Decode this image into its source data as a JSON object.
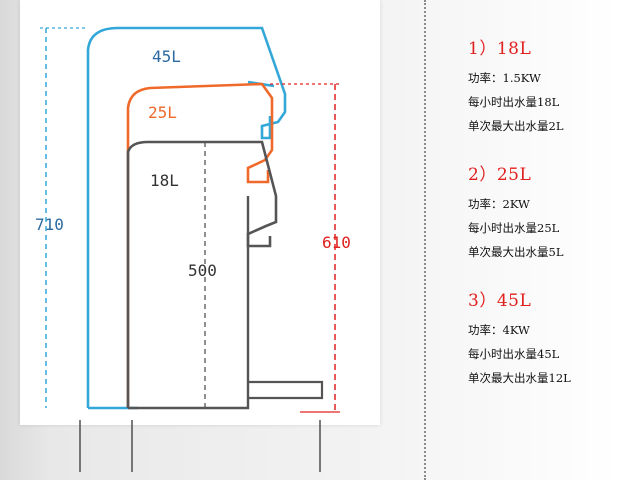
{
  "colors": {
    "blue": "#33a8d8",
    "orange": "#ef6a2a",
    "dark": "#555555",
    "red": "#e0201e",
    "dim_blue": "#2d6aa0"
  },
  "diagram": {
    "labels": {
      "cap_45": "45L",
      "cap_25": "25L",
      "cap_18": "18L",
      "height_710": "710",
      "height_610": "610",
      "height_500": "500"
    }
  },
  "specs": [
    {
      "title": "1）18L",
      "power": "功率：1.5KW",
      "hourly": "每小时出水量18L",
      "max_single": "单次最大出水量2L"
    },
    {
      "title": "2）25L",
      "power": "功率：2KW",
      "hourly": "每小时出水量25L",
      "max_single": "单次最大出水量5L"
    },
    {
      "title": "3）45L",
      "power": "功率：4KW",
      "hourly": "每小时出水量45L",
      "max_single": "单次最大出水量12L"
    }
  ]
}
